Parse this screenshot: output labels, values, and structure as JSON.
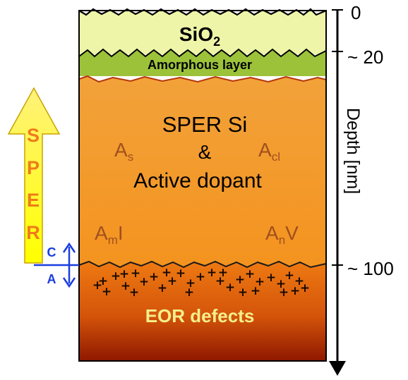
{
  "layers": {
    "oxide": {
      "label_main": "SiO",
      "label_sub": "2"
    },
    "amorphous": {
      "label": "Amorphous layer"
    },
    "sper": {
      "title": "SPER Si",
      "ampersand": "&",
      "subtitle": "Active dopant",
      "species": {
        "as": {
          "base": "A",
          "sub": "s"
        },
        "acl": {
          "base": "A",
          "sub": "cl"
        },
        "ami": {
          "base": "A",
          "sub": "m",
          "suffix": "I"
        },
        "anv": {
          "base": "A",
          "sub": "n",
          "suffix": "V"
        }
      }
    },
    "eor": {
      "label": "EOR defects",
      "marker": "+"
    }
  },
  "depth_axis": {
    "label": "Depth [nm]",
    "ticks": [
      {
        "text": "0"
      },
      {
        "text": "~ 20"
      },
      {
        "text": "~ 100"
      }
    ]
  },
  "growth_arrow": {
    "letters": [
      "S",
      "P",
      "E",
      "R"
    ]
  },
  "interface_arrow": {
    "up": "C",
    "down": "A"
  },
  "colors": {
    "oxide": "#eef5a8",
    "amorphous": "#9cc23a",
    "sper_top": "#f0a43a",
    "sper_bottom": "#f28a1a",
    "eor_top": "#e8720f",
    "eor_bottom": "#9a1d00",
    "species_text": "#a0501e",
    "eor_text": "#f5f08c",
    "arrow_fill": "#ffff1a",
    "arrow_letters": "#f07a1a",
    "interface_arrow": "#1a3de0"
  }
}
